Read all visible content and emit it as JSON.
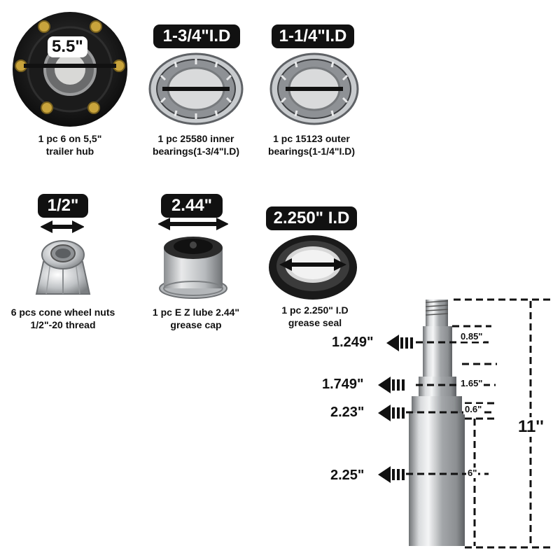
{
  "hub": {
    "measure": "5.5\"",
    "caption": [
      "1 pc 6 on 5,5\"",
      "trailer hub"
    ],
    "icon": "trailer-hub"
  },
  "inner_bearing": {
    "badge": "1-3/4\"I.D",
    "caption": [
      "1 pc 25580 inner",
      "bearings(1-3/4\"I.D)"
    ],
    "icon": "tapered-roller-bearing"
  },
  "outer_bearing": {
    "badge": "1-1/4\"I.D",
    "caption": [
      "1 pc 15123 outer",
      "bearings(1-1/4\"I.D)"
    ],
    "icon": "tapered-roller-bearing"
  },
  "lug_nut": {
    "badge": "1/2\"",
    "caption": [
      "6 pcs cone wheel nuts",
      "1/2\"-20 thread"
    ],
    "icon": "cone-lug-nut"
  },
  "grease_cap": {
    "badge": "2.44\"",
    "caption": [
      "1 pc E Z lube 2.44\"",
      "grease cap"
    ],
    "icon": "grease-cap"
  },
  "grease_seal": {
    "badge": "2.250\" I.D",
    "caption": [
      "1 pc 2.250\" I.D",
      "grease seal"
    ],
    "icon": "oil-seal"
  },
  "spindle": {
    "icon": "trailer-spindle",
    "diameters": [
      "1.249\"",
      "1.749\"",
      "2.23\"",
      "2.25\""
    ],
    "lengths": [
      "0.85\"",
      "1.65\"",
      "0.6\"",
      "6\""
    ],
    "total_length": "11''"
  },
  "colors": {
    "badge_bg": "#111111",
    "badge_text": "#ffffff",
    "steel": "#b9bcbf"
  }
}
